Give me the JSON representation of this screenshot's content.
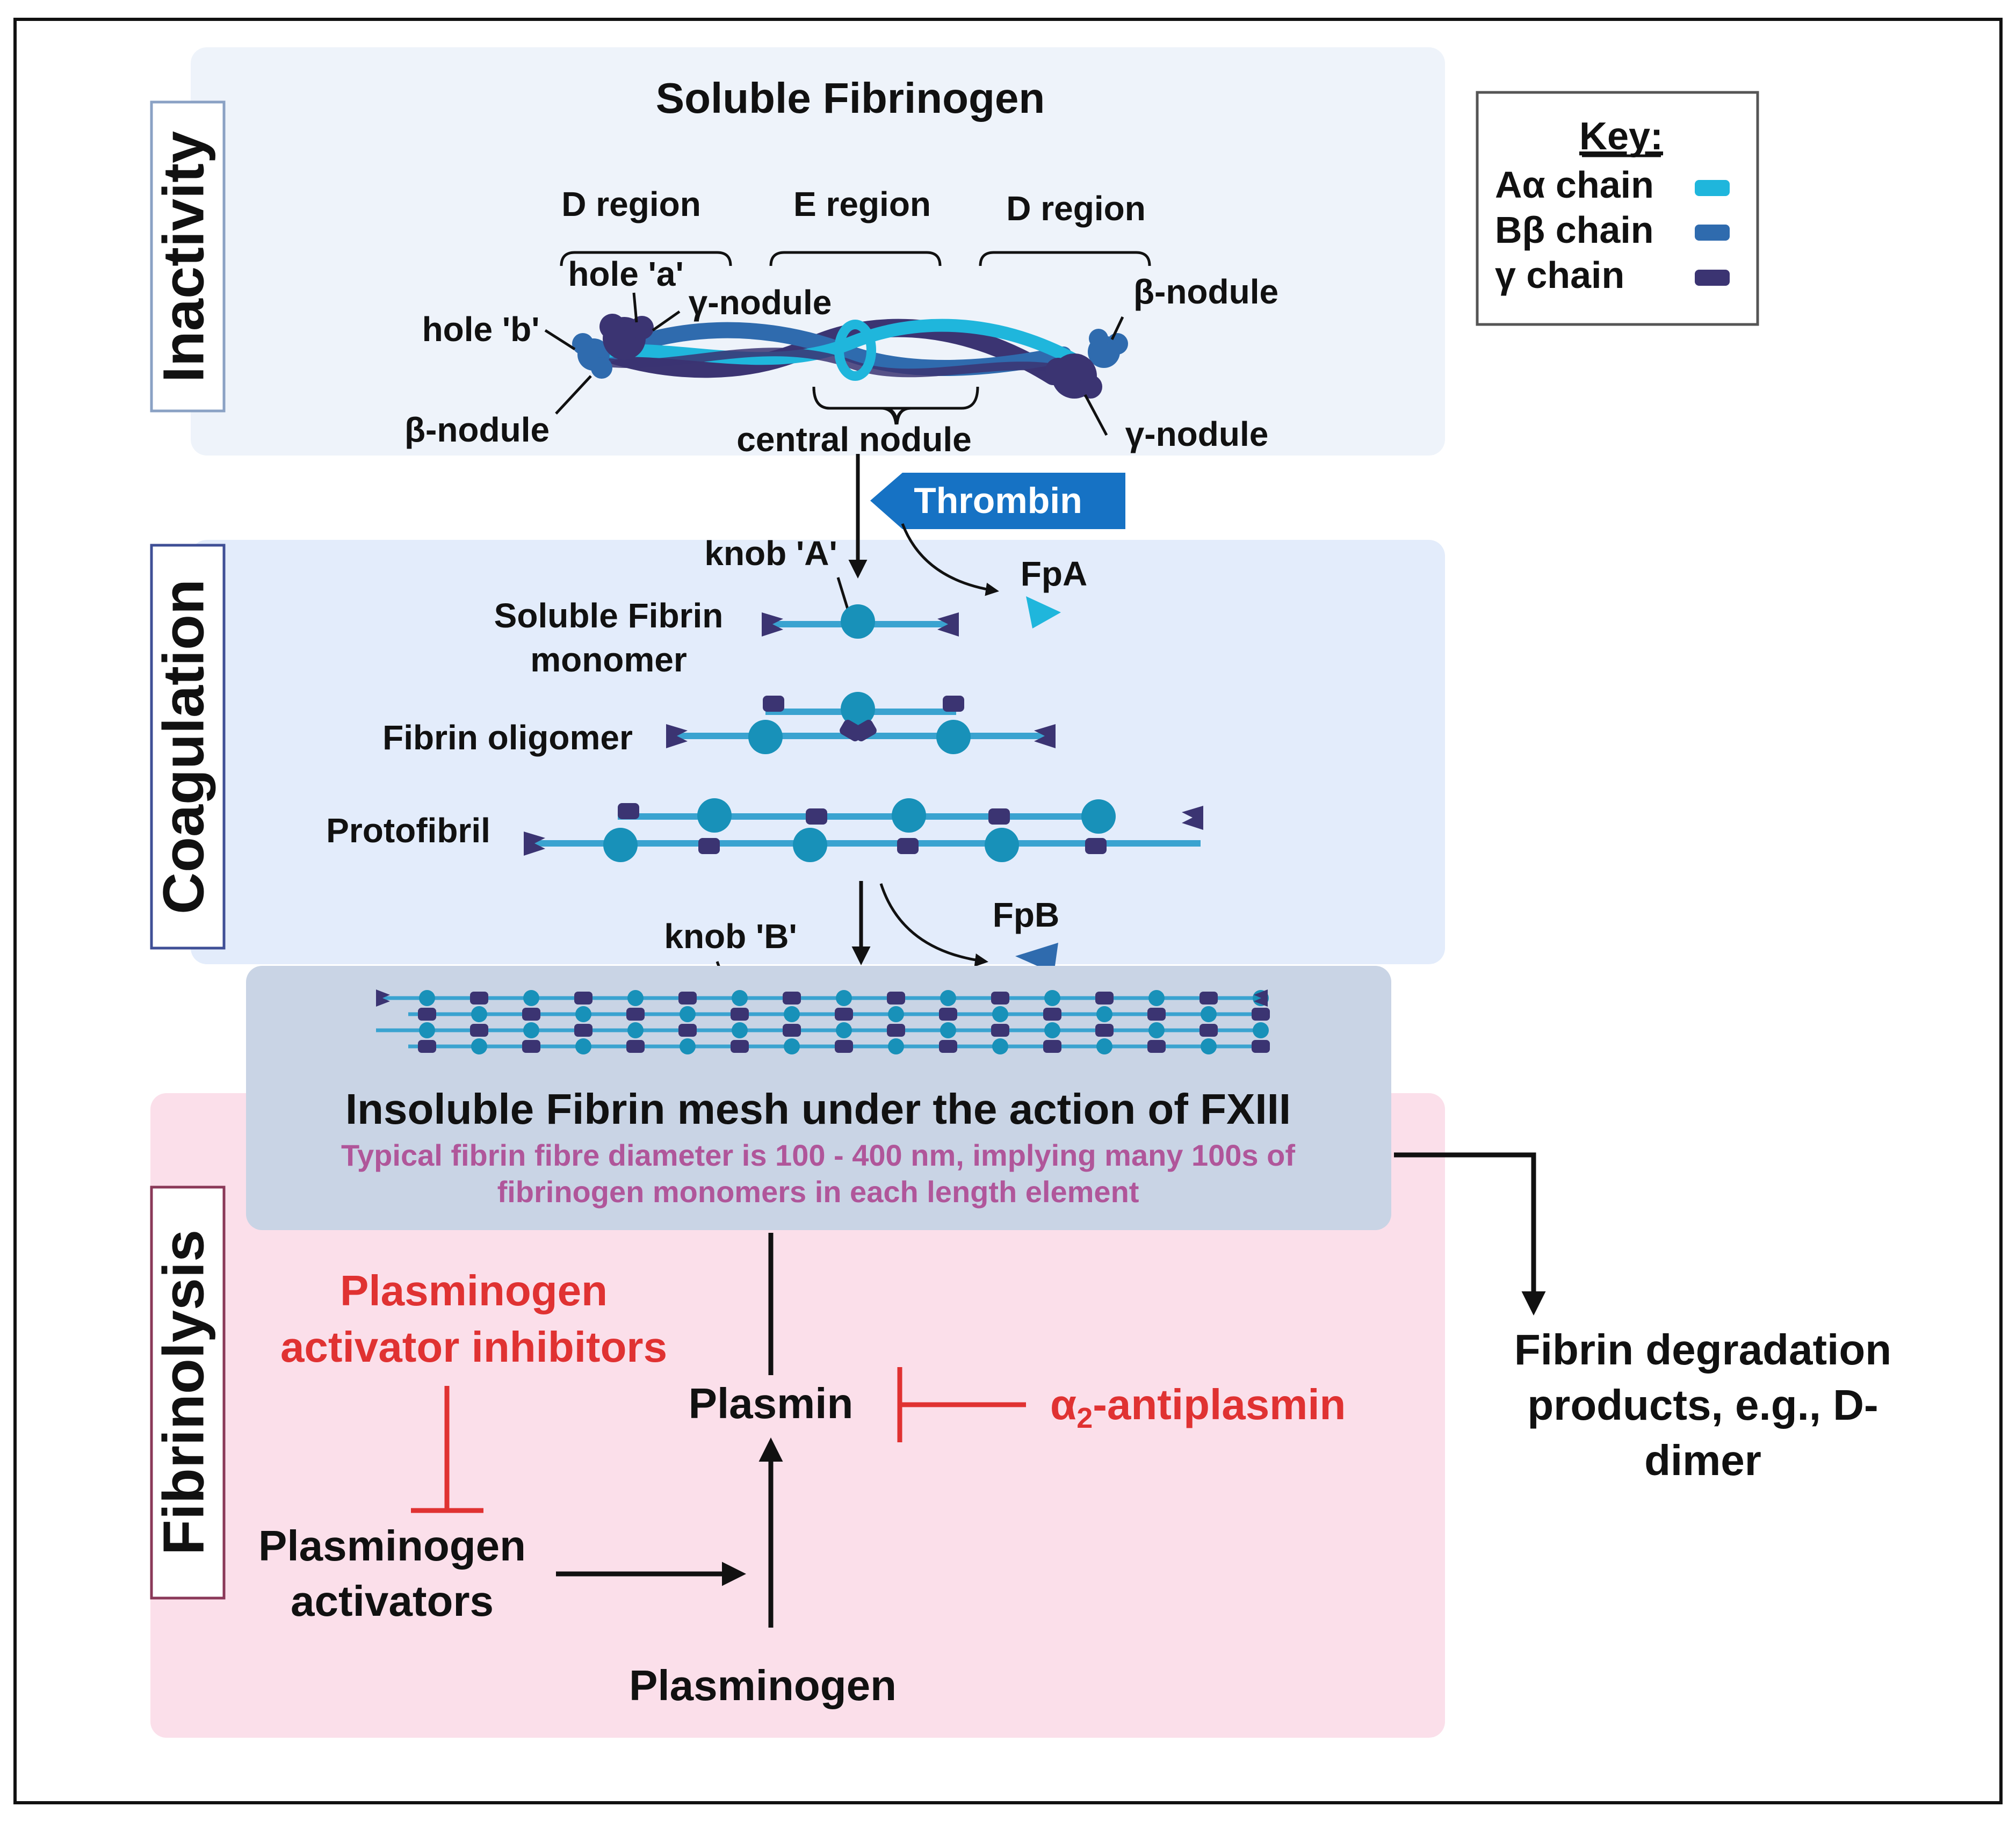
{
  "panels": {
    "inactivity": {
      "label": "Inactivity"
    },
    "coagulation": {
      "label": "Coagulation"
    },
    "fibrinolysis": {
      "label": "Fibrinolysis"
    }
  },
  "fibrinogen": {
    "title": "Soluble Fibrinogen",
    "d_region_left": "D region",
    "e_region": "E region",
    "d_region_right": "D region",
    "hole_a": "hole 'a'",
    "hole_b": "hole 'b'",
    "gamma_nodule_left": "γ-nodule",
    "beta_nodule_left": "β-nodule",
    "central_nodule": "central nodule",
    "beta_nodule_right": "β-nodule",
    "gamma_nodule_right": "γ-nodule"
  },
  "key": {
    "title": "Key:",
    "items": [
      {
        "label": "Aα chain",
        "color": "#1fb6dc"
      },
      {
        "label": "Bβ chain",
        "color": "#2f6bae"
      },
      {
        "label": "γ chain",
        "color": "#3b3472"
      }
    ]
  },
  "coagulation": {
    "thrombin": "Thrombin",
    "knob_a": "knob 'A'",
    "fpa": "FpA",
    "monomer_line1": "Soluble Fibrin",
    "monomer_line2": "monomer",
    "oligomer": "Fibrin oligomer",
    "protofibril": "Protofibril",
    "knob_b": "knob 'B'",
    "fpb": "FpB"
  },
  "mesh": {
    "title": "Insoluble Fibrin mesh under the action of FXIII",
    "note_line1": "Typical fibrin fibre diameter is 100 - 400 nm, implying many 100s of",
    "note_line2": "fibrinogen monomers in each length element"
  },
  "fibrinolysis": {
    "pai_line1": "Plasminogen",
    "pai_line2": "activator inhibitors",
    "activators_line1": "Plasminogen",
    "activators_line2": "activators",
    "plasmin": "Plasmin",
    "plasminogen": "Plasminogen",
    "antiplasmin_prefix": "α",
    "antiplasmin_sub": "2",
    "antiplasmin_suffix": "-antiplasmin",
    "fdp_line1": "Fibrin degradation",
    "fdp_line2": "products, e.g., D-",
    "fdp_line3": "dimer"
  },
  "colors": {
    "inactivity_bg": "#eef3fa",
    "coagulation_bg": "#e3ecfb",
    "fibrinolysis_bg": "#fbdfea",
    "mesh_bg": "#c9d4e5",
    "inhibitor_red": "#e03232",
    "note_magenta": "#b0569a",
    "thrombin_blue": "#1672c4"
  }
}
